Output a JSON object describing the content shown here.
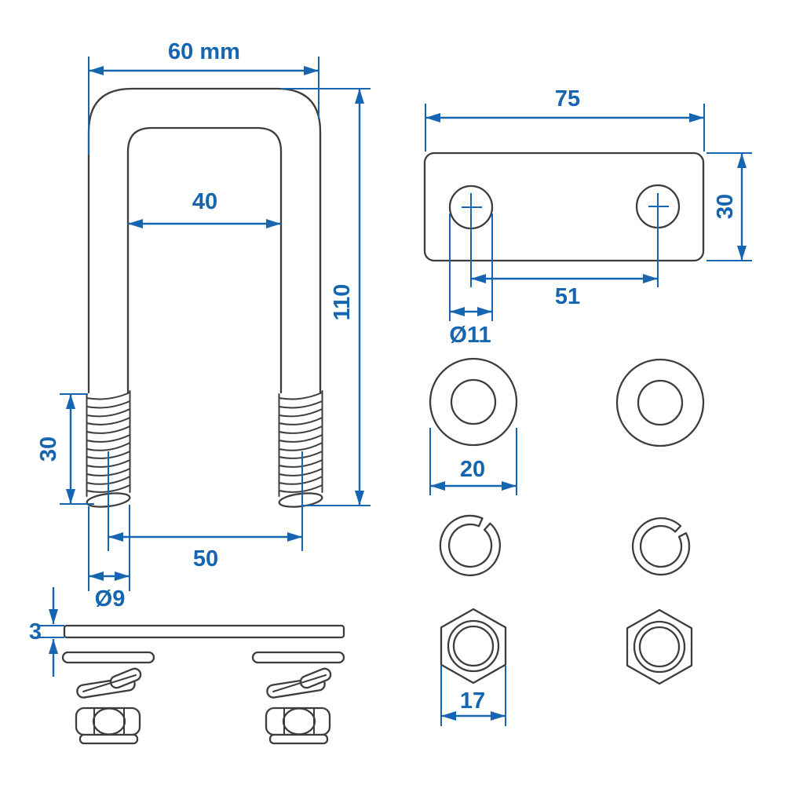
{
  "drawing": {
    "type": "technical-dimension-diagram",
    "subject": "U-bolt with plate, washers, spring washers and nuts"
  },
  "colors": {
    "dimension_blue": "#1565b0",
    "outline_gray": "#3d3d3d",
    "background": "#ffffff"
  },
  "u_bolt_view": {
    "outer_width": "60 mm",
    "inner_width": "40",
    "length": "110",
    "thread_length": "30",
    "leg_spacing": "50",
    "rod_diameter": "Ø9"
  },
  "plate_view": {
    "width": "75",
    "height": "30",
    "hole_spacing": "51",
    "hole_diameter": "Ø11"
  },
  "washer_view": {
    "outer_diameter": "20"
  },
  "nut_view": {
    "width_across_flats": "17"
  },
  "side_view": {
    "plate_thickness": "3"
  }
}
